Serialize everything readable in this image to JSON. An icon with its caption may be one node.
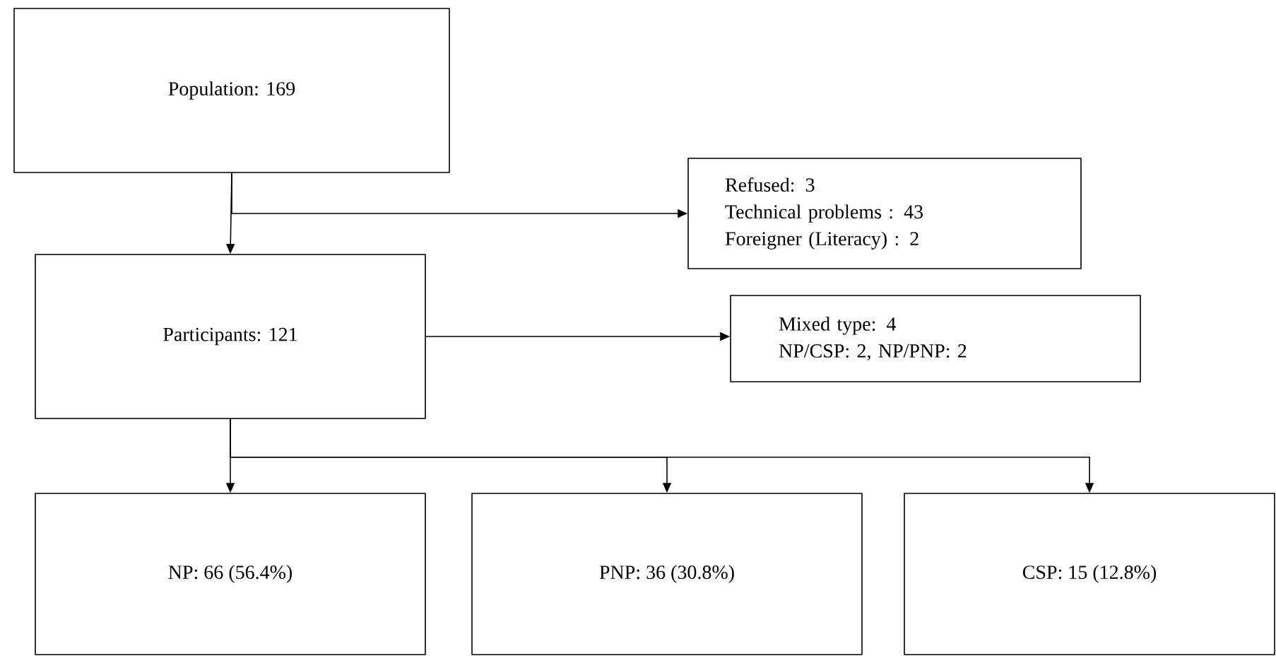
{
  "diagram": {
    "nodes": [
      {
        "text": [
          "Population: 169"
        ]
      },
      {
        "text": [
          "Refused: 3",
          "Technical problems : 43",
          "Foreigner (Literacy) : 2"
        ]
      },
      {
        "text": [
          "Participants: 121"
        ]
      },
      {
        "text": [
          "Mixed type: 4",
          "NP/CSP: 2, NP/PNP: 2"
        ]
      },
      {
        "text": [
          "NP: 66 (56.4%)"
        ]
      },
      {
        "text": [
          "PNP: 36 (30.8%)"
        ]
      },
      {
        "text": [
          "CSP: 15 (12.8%)"
        ]
      }
    ],
    "edges": [
      {
        "from": 0,
        "to": 2,
        "arrow": "to"
      },
      {
        "from": 0,
        "to": 1,
        "arrow": "to"
      },
      {
        "from": 2,
        "to": 3,
        "arrow": "to"
      },
      {
        "from": 2,
        "to": 4,
        "arrow": "to"
      },
      {
        "from": 2,
        "to": 5,
        "arrow": "to"
      },
      {
        "from": 2,
        "to": 6,
        "arrow": "to"
      }
    ]
  }
}
